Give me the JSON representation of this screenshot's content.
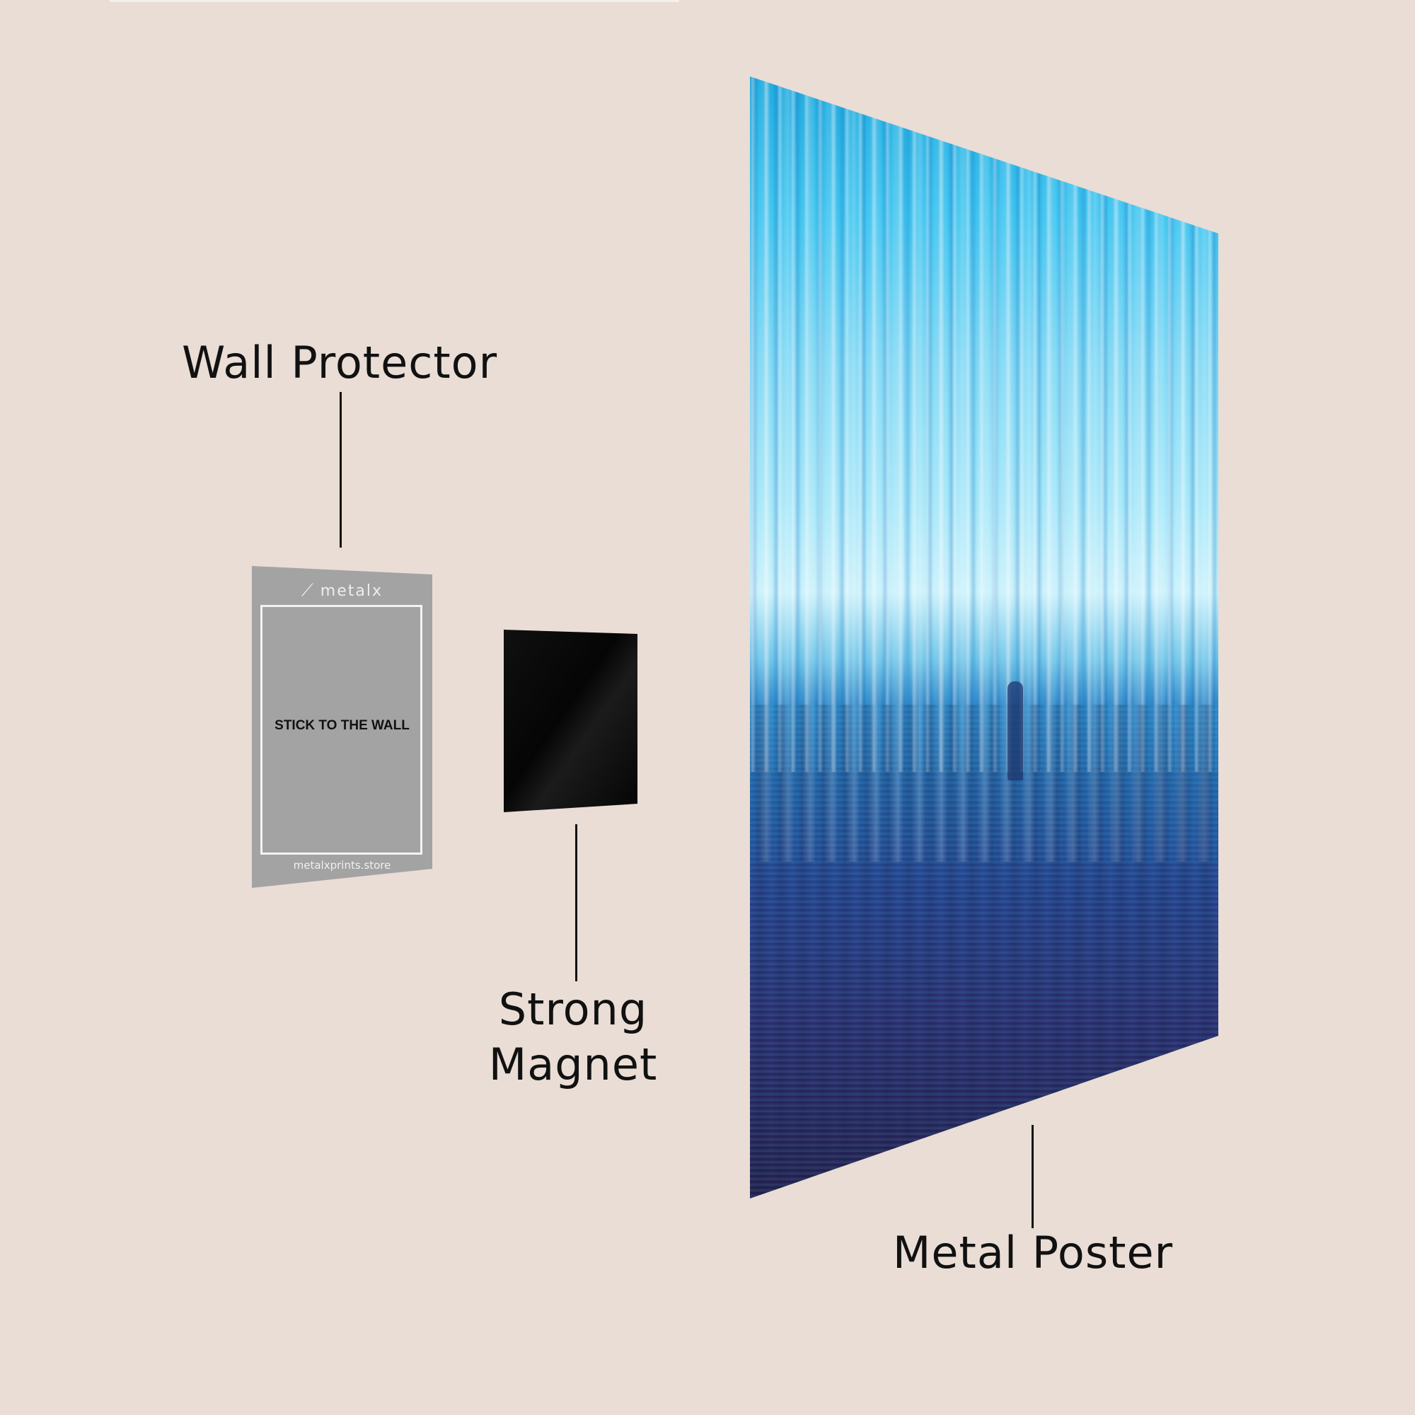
{
  "labels": {
    "wall_protector": "Wall Protector",
    "strong_magnet_line1": "Strong",
    "strong_magnet_line2": "Magnet",
    "metal_poster": "Metal Poster"
  },
  "protector": {
    "logo_text": "metalx",
    "logo_mark": "⟋",
    "instruction": "STICK TO THE WALL",
    "url": "metalxprints.store"
  },
  "colors": {
    "background": "#e9ddd5",
    "protector": "#a3a3a3",
    "magnet": "#050505",
    "text": "#111111"
  }
}
